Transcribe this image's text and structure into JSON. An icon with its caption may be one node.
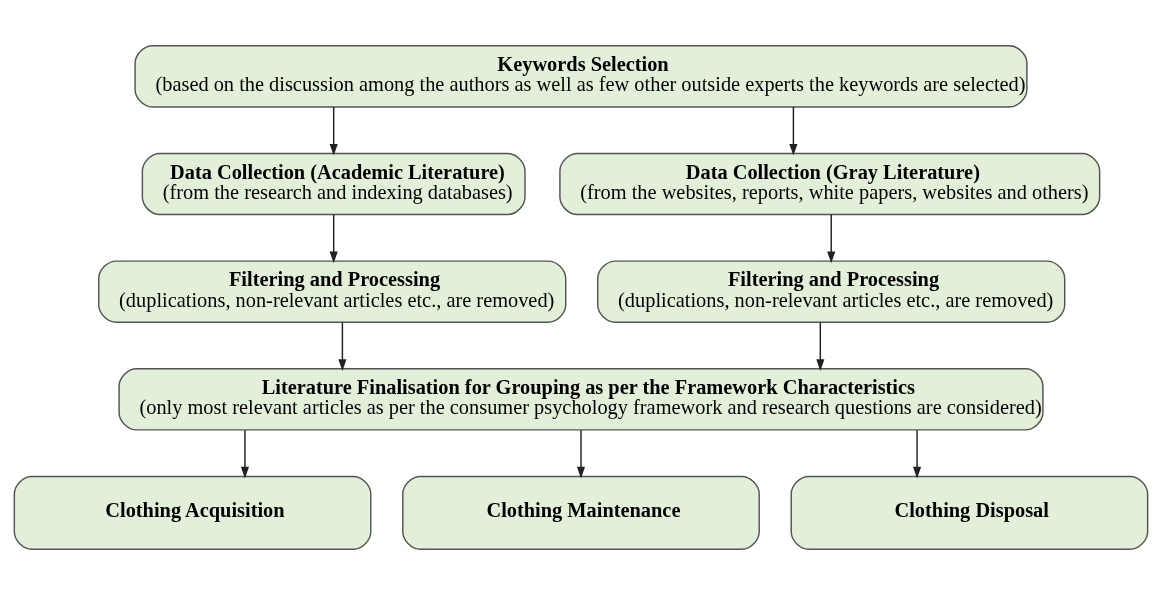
{
  "diagram": {
    "nodes": [
      {
        "text": [
          "Keywords Selection",
          "(based on the discussion among the authors as well as few other outside experts the keywords are selected)"
        ]
      },
      {
        "text": [
          "Data Collection (Academic Literature)",
          "(from the research and indexing databases)"
        ]
      },
      {
        "text": [
          "Data Collection (Gray Literature)",
          "(from the websites, reports, white papers, websites and others)"
        ]
      },
      {
        "text": [
          "Filtering and Processing",
          "(duplications, non-relevant articles etc., are removed)"
        ]
      },
      {
        "text": [
          "Filtering and Processing",
          "(duplications, non-relevant articles etc., are removed)"
        ]
      },
      {
        "text": [
          "Literature Finalisation for Grouping as per the Framework Characteristics",
          "(only most relevant articles as per the consumer psychology framework and research questions are considered)"
        ]
      },
      {
        "text": [
          "Clothing Acquisition"
        ]
      },
      {
        "text": [
          "Clothing Maintenance"
        ]
      },
      {
        "text": [
          "Clothing Disposal"
        ]
      }
    ],
    "edges": [
      {
        "from": 0,
        "to": 1,
        "arrow": "to"
      },
      {
        "from": 0,
        "to": 2,
        "arrow": "to"
      },
      {
        "from": 1,
        "to": 3,
        "arrow": "to"
      },
      {
        "from": 2,
        "to": 4,
        "arrow": "to"
      },
      {
        "from": 3,
        "to": 5,
        "arrow": "to"
      },
      {
        "from": 4,
        "to": 5,
        "arrow": "to"
      },
      {
        "from": 5,
        "to": 6,
        "arrow": "to"
      },
      {
        "from": 5,
        "to": 7,
        "arrow": "to"
      },
      {
        "from": 5,
        "to": 8,
        "arrow": "to"
      }
    ]
  }
}
